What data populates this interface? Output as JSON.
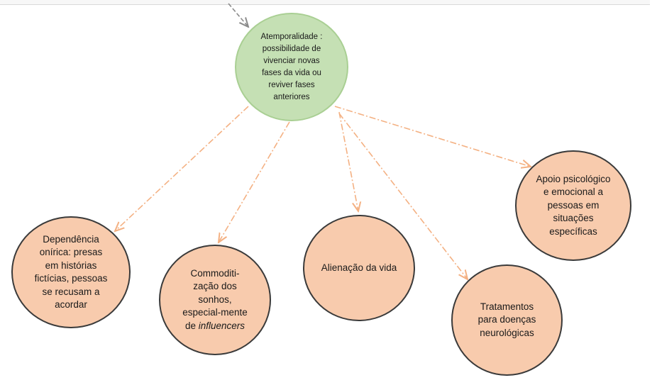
{
  "diagram": {
    "center": {
      "label": "Atemporalidade : possibilidade de vivenciar novas fases da vida ou reviver fases anteriores"
    },
    "nodes": [
      {
        "id": "dependencia",
        "label": "Dependência onírica: presas em histórias fictícias, pessoas se recusam a acordar"
      },
      {
        "id": "commodity",
        "label_main": "Commoditi-zação dos sonhos, especial-mente de",
        "label_italic": "influencers"
      },
      {
        "id": "alienacao",
        "label": "Alienação da vida"
      },
      {
        "id": "tratamentos",
        "label": "Tratamentos para doenças neurológicas"
      },
      {
        "id": "apoio",
        "label": "Apoio psicológico e emocional a pessoas em situações específicas"
      }
    ],
    "colors": {
      "center_fill": "#c5e0b4",
      "leaf_fill": "#f8cbad",
      "arrow": "#f4b183",
      "incoming_arrow": "#8c8c8c"
    }
  }
}
